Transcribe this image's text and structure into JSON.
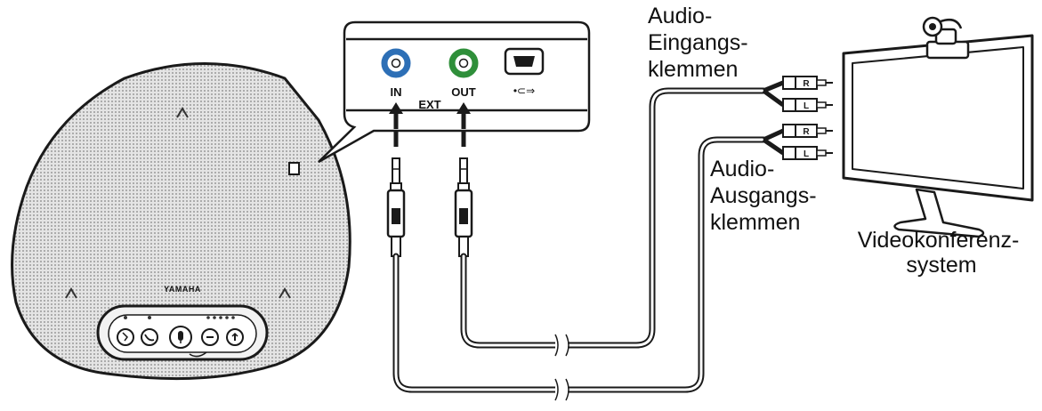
{
  "speaker": {
    "brand": "YAMAHA"
  },
  "panel": {
    "in_label": "IN",
    "ext_label": "EXT",
    "out_label": "OUT",
    "usb_label": "•⊂⇒"
  },
  "labels": {
    "input_terminals": [
      "Audio-",
      "Eingangs-",
      "klemmen"
    ],
    "output_terminals": [
      "Audio-",
      "Ausgangs-",
      "klemmen"
    ],
    "videoconf": [
      "Videokonferenz-",
      "system"
    ]
  },
  "colors": {
    "line": "#1a1a1a",
    "in_jack": "#2d6fb6",
    "out_jack": "#2f8f3a",
    "speaker_fill": "#cfcfcf"
  },
  "icons": {
    "speaker": "conference-speakerphone-icon",
    "monitor": "monitor-icon",
    "webcam": "webcam-icon",
    "usb": "usb-icon",
    "plug": "audio-plug-icon",
    "rca": "rca-plug-icon"
  }
}
